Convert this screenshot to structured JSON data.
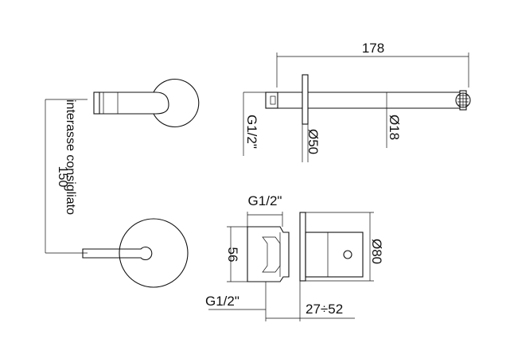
{
  "labels": {
    "top_width": "178",
    "spout_connection": "G1/2\"",
    "plate_diameter": "Ø50",
    "spout_diameter": "Ø18",
    "rec_distance_text": "interasse consigliato",
    "rec_distance_value": "150",
    "valve_inlet_top": "G1/2\"",
    "valve_inlet_bottom": "G1/2\"",
    "valve_height": "56",
    "valve_plate_diameter": "Ø80",
    "wall_depth_range": "27÷52"
  }
}
